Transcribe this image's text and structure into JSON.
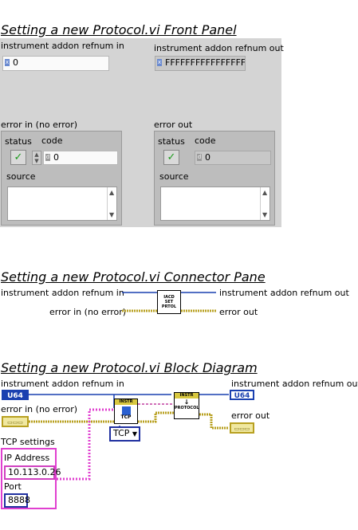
{
  "front_panel": {
    "title": "Setting a new Protocol.vi Front Panel",
    "refnum_in": {
      "label": "instrument addon refnum in",
      "value": "0",
      "radix": "x"
    },
    "refnum_out": {
      "label": "instrument addon refnum out",
      "value": "FFFFFFFFFFFFFFFF",
      "radix": "x"
    },
    "error_in": {
      "label": "error in (no error)",
      "status_label": "status",
      "code_label": "code",
      "code_value": "0",
      "code_radix": "d",
      "source_label": "source",
      "status_glyph": "✓"
    },
    "error_out": {
      "label": "error out",
      "status_label": "status",
      "code_label": "code",
      "code_value": "0",
      "code_radix": "d",
      "source_label": "source",
      "status_glyph": "✓"
    }
  },
  "connector_pane": {
    "title": "Setting a new Protocol.vi Connector Pane",
    "refnum_in": "instrument addon refnum in",
    "refnum_out": "instrument addon refnum out",
    "error_in": "error in (no error)",
    "error_out": "error out",
    "icon_lines": [
      "IACD",
      "SET",
      "PRTOL"
    ]
  },
  "block_diagram": {
    "title": "Setting a new Protocol.vi Block Diagram",
    "refnum_in": "instrument addon refnum in",
    "refnum_out": "instrument addon refnum out",
    "error_in": "error in (no error)",
    "error_out": "error out",
    "u64_tag": "U64",
    "error_tag": "▭▭▭",
    "cluster_label": "TCP settings",
    "ip_label": "IP Address",
    "ip_value": "10.113.0.26",
    "port_label": "Port",
    "port_value": "8888",
    "enum_value": "TCP",
    "tcp_node_header": "INSTR",
    "tcp_node_text": "TCP",
    "protocol_node_header": "INSTR",
    "protocol_node_text": "PROTOCOL"
  },
  "colors": {
    "refnum_wire": "#1a40b0",
    "error_wire": "#b8a020",
    "cluster_wire": "#e040d0",
    "int_wire": "#2030a0"
  }
}
